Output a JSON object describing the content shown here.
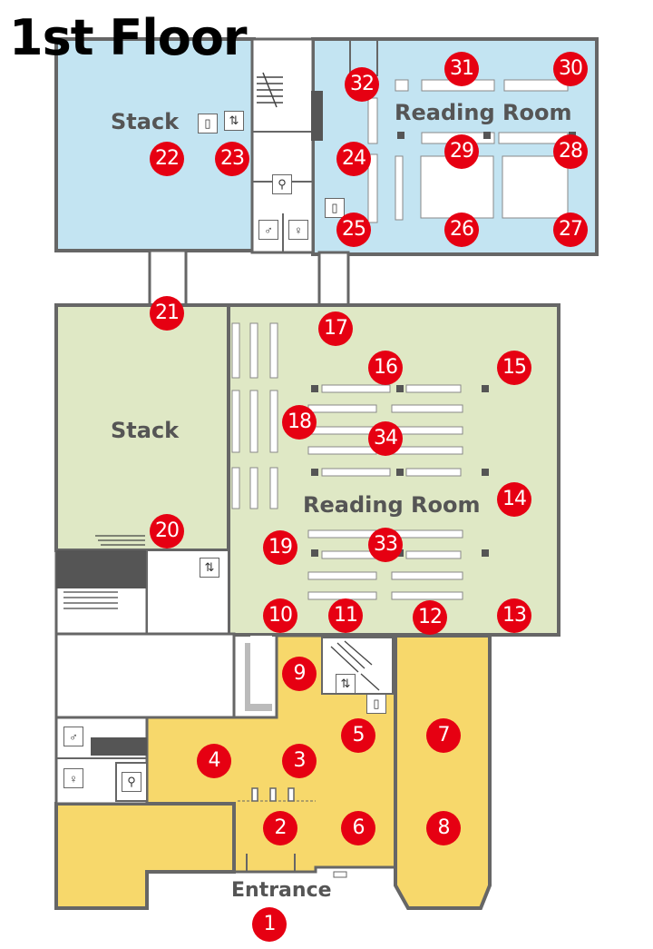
{
  "map": {
    "title": "1st Floor",
    "entrance_label": "Entrance",
    "colors": {
      "blue_area": "#c3e4f2",
      "green_area": "#dfe8c5",
      "yellow_area": "#f7d86b",
      "wall": "#666666",
      "marker": "#e60012"
    },
    "rooms": [
      {
        "id": "stack-north",
        "label": "Stack"
      },
      {
        "id": "reading-room-north",
        "label": "Reading Room"
      },
      {
        "id": "stack-west",
        "label": "Stack"
      },
      {
        "id": "reading-room-central",
        "label": "Reading Room"
      }
    ],
    "markers": [
      "1",
      "2",
      "3",
      "4",
      "5",
      "6",
      "7",
      "8",
      "9",
      "10",
      "11",
      "12",
      "13",
      "14",
      "15",
      "16",
      "17",
      "18",
      "19",
      "20",
      "21",
      "22",
      "23",
      "24",
      "25",
      "26",
      "27",
      "28",
      "29",
      "30",
      "31",
      "32",
      "33",
      "34"
    ],
    "icons": [
      "elevator-icon",
      "restroom-icon",
      "info-phone-icon",
      "stairs-icon"
    ]
  }
}
